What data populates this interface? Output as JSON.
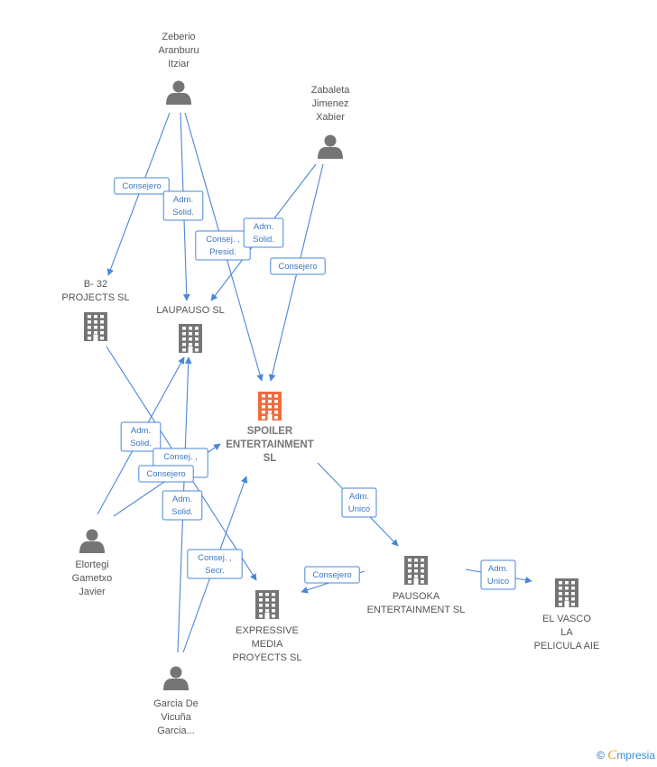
{
  "colors": {
    "edge": "#4a87d6",
    "person": "#757575",
    "company": "#757575",
    "main_company": "#f26a3d"
  },
  "nodes": [
    {
      "id": "zeberio",
      "kind": "person",
      "label": [
        "Zeberio",
        "Aranburu",
        "Itziar"
      ]
    },
    {
      "id": "zabaleta",
      "kind": "person",
      "label": [
        "Zabaleta",
        "Jimenez",
        "Xabier"
      ]
    },
    {
      "id": "b32",
      "kind": "company",
      "label": [
        "B- 32",
        "PROJECTS SL"
      ]
    },
    {
      "id": "laupauso",
      "kind": "company",
      "label": [
        "LAUPAUSO  SL"
      ]
    },
    {
      "id": "spoiler",
      "kind": "main",
      "label": [
        "SPOILER",
        "ENTERTAINMENT",
        "SL"
      ]
    },
    {
      "id": "elortegi",
      "kind": "person",
      "label": [
        "Elortegi",
        "Gametxo",
        "Javier"
      ]
    },
    {
      "id": "expressive",
      "kind": "company",
      "label": [
        "EXPRESSIVE",
        "MEDIA",
        "PROYECTS SL"
      ]
    },
    {
      "id": "pausoka",
      "kind": "company",
      "label": [
        "PAUSOKA",
        "ENTERTAINMENT SL"
      ]
    },
    {
      "id": "elvasco",
      "kind": "company",
      "label": [
        "EL VASCO",
        "LA",
        "PELICULA AIE"
      ]
    },
    {
      "id": "garcia",
      "kind": "person",
      "label": [
        "Garcia De",
        "Vicuña",
        "Garcia..."
      ]
    }
  ],
  "edges": [
    {
      "from": "zeberio",
      "to": "b32",
      "role": [
        "Consejero"
      ]
    },
    {
      "from": "zeberio",
      "to": "laupauso",
      "role": [
        "Adm.",
        "Solid."
      ]
    },
    {
      "from": "zeberio",
      "to": "spoiler",
      "role": [
        "Consej. ,",
        "Presid."
      ]
    },
    {
      "from": "zabaleta",
      "to": "laupauso",
      "role": [
        "Adm.",
        "Solid."
      ]
    },
    {
      "from": "zabaleta",
      "to": "spoiler",
      "role": [
        "Consejero"
      ]
    },
    {
      "from": "elortegi",
      "to": "laupauso",
      "role": [
        "Adm.",
        "Solid."
      ]
    },
    {
      "from": "elortegi",
      "to": "spoiler",
      "role": [
        "Consej. ,",
        "..."
      ]
    },
    {
      "from": "b32",
      "to": "expressive",
      "role": [
        "Consejero"
      ]
    },
    {
      "from": "garcia",
      "to": "laupauso",
      "role": [
        "Adm.",
        "Solid."
      ]
    },
    {
      "from": "garcia",
      "to": "spoiler",
      "role": [
        "Consej. ,",
        "Secr."
      ]
    },
    {
      "from": "spoiler",
      "to": "pausoka",
      "role": [
        "Adm.",
        "Unico"
      ]
    },
    {
      "from": "pausoka",
      "to": "expressive",
      "role": [
        "Consejero"
      ]
    },
    {
      "from": "pausoka",
      "to": "elvasco",
      "role": [
        "Adm.",
        "Unico"
      ]
    }
  ],
  "brand": {
    "symbol": "©",
    "initial": "C",
    "rest": "mpresia"
  }
}
